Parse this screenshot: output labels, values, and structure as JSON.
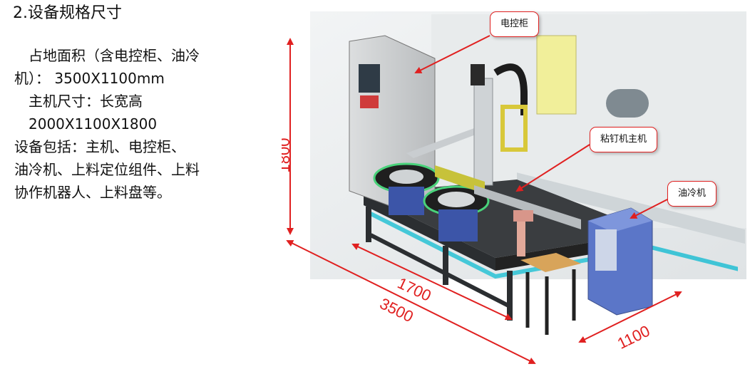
{
  "heading": "2.设备规格尺寸",
  "specs": {
    "line1": "　占地面积（含电控柜、油冷",
    "line2": "机）：  3500X1100mm",
    "line3": "　主机尺寸：长宽高",
    "line4": "　2000X1100X1800",
    "line5": " 设备包括：主机、电控柜、",
    "line6": "油冷机、上料定位组件、上料",
    "line7": "协作机器人、上料盘等。"
  },
  "callouts": {
    "cabinet": "电控柜",
    "main_machine": "粘钉机主机",
    "oil_cooler": "油冷机"
  },
  "dimensions": {
    "height": "1800",
    "length_main": "1700",
    "length_total": "3500",
    "width": "1100"
  },
  "colors": {
    "accent": "#e02020"
  }
}
